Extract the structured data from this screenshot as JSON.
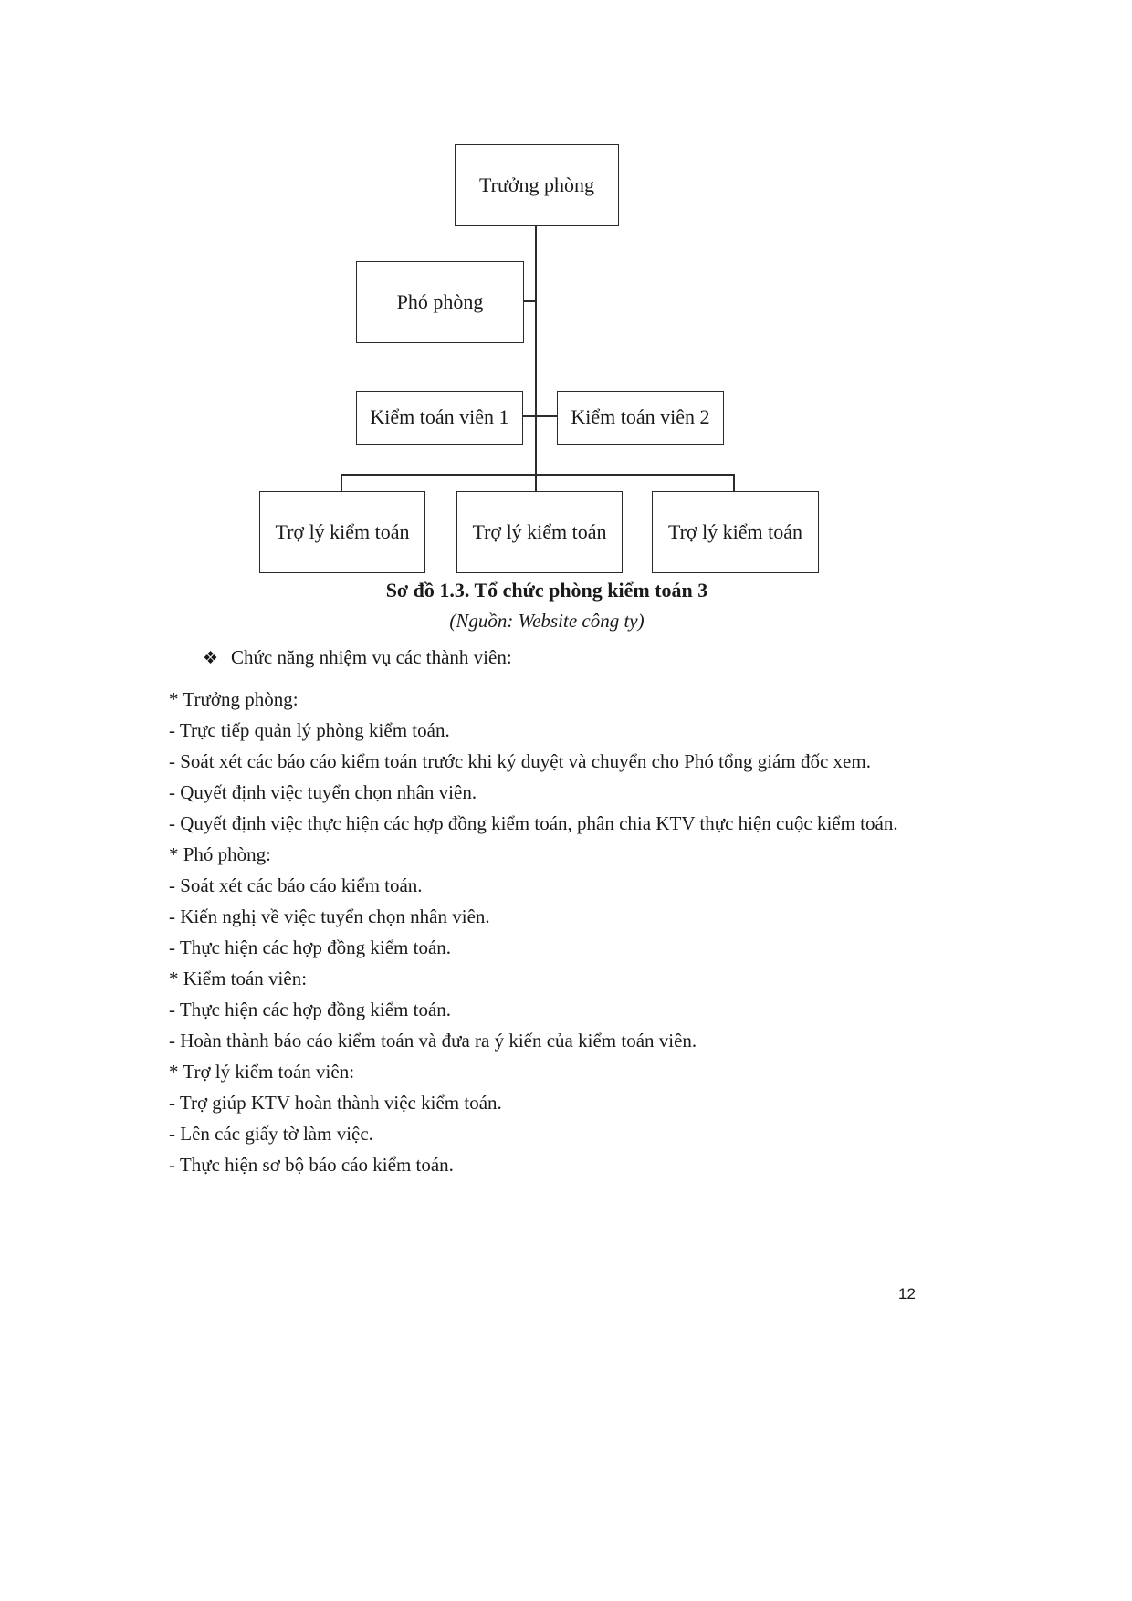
{
  "diagram": {
    "boxes": [
      {
        "label": "Trưởng phòng"
      },
      {
        "label": "Phó phòng"
      },
      {
        "label": "Kiểm toán viên 1"
      },
      {
        "label": "Kiểm toán viên 2"
      },
      {
        "label": "Trợ lý kiểm toán"
      },
      {
        "label": "Trợ lý kiểm toán"
      },
      {
        "label": "Trợ lý kiểm toán"
      }
    ],
    "caption": "Sơ đồ 1.3. Tổ chức phòng kiểm toán 3",
    "source": "(Nguồn: Website công ty)"
  },
  "content": {
    "bullet_glyph": "❖",
    "bullet_heading": "Chức năng nhiệm vụ các thành viên:",
    "paragraphs": [
      "* Trưởng phòng:",
      "- Trực tiếp quản lý phòng kiểm toán.",
      "- Soát xét các báo cáo kiểm toán trước khi ký duyệt và chuyển cho Phó tổng giám đốc xem.",
      "- Quyết định việc tuyển chọn nhân viên.",
      "- Quyết định việc thực hiện các hợp đồng kiểm toán, phân chia KTV thực hiện cuộc kiểm toán.",
      "* Phó phòng:",
      "- Soát xét các báo cáo kiểm toán.",
      "- Kiến nghị về việc tuyển chọn nhân viên.",
      "- Thực hiện các hợp đồng kiểm toán.",
      "* Kiểm toán viên:",
      "- Thực hiện các hợp đồng kiểm toán.",
      "- Hoàn thành báo cáo kiểm toán và đưa ra ý kiến của kiểm toán viên.",
      "* Trợ lý kiểm toán viên:",
      "- Trợ giúp KTV hoàn thành việc kiểm toán.",
      "- Lên các giấy tờ làm việc.",
      "- Thực hiện sơ bộ báo cáo kiểm toán."
    ]
  },
  "page_number": "12"
}
